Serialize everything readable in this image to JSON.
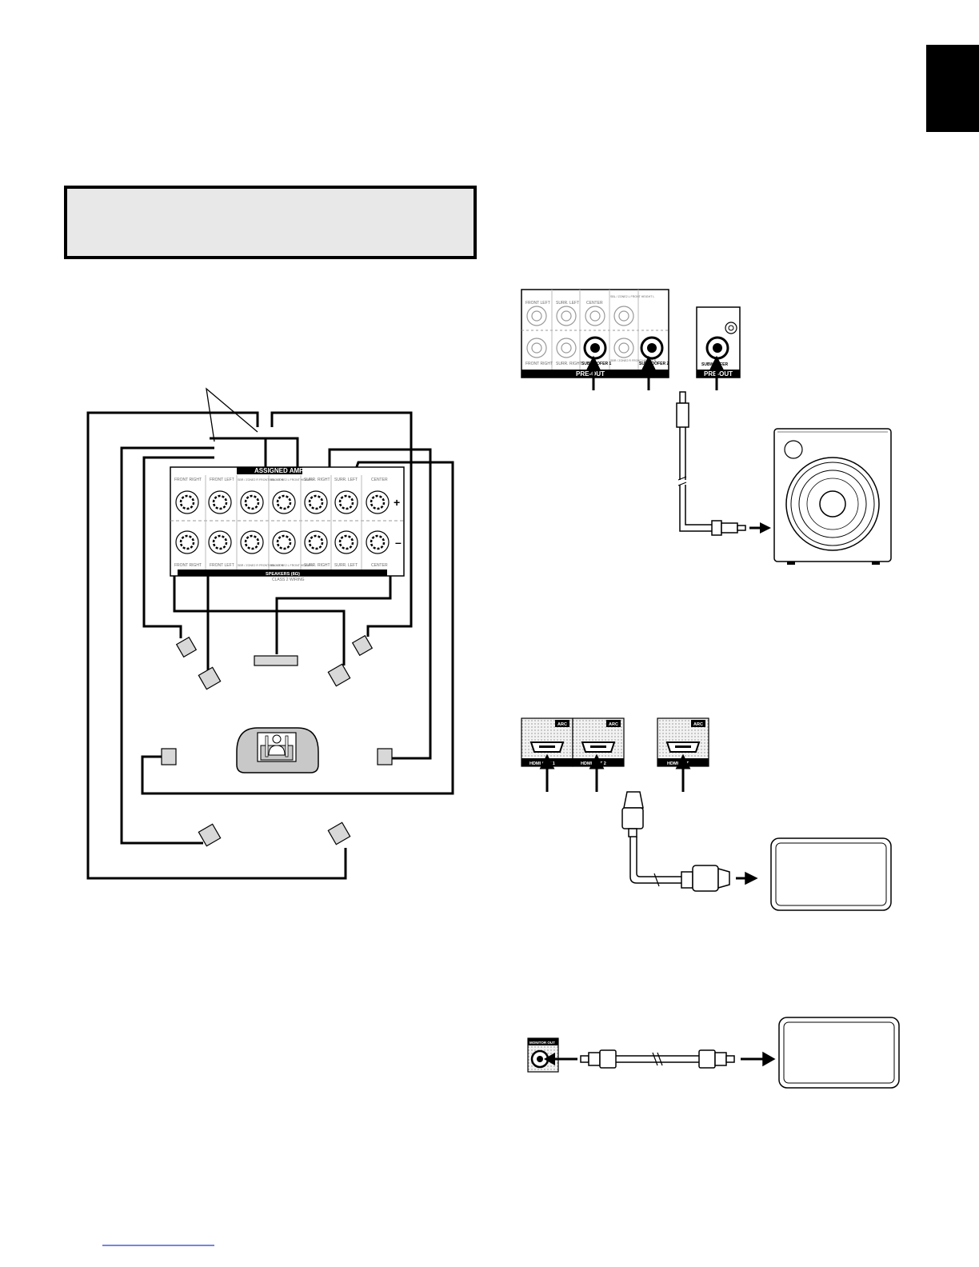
{
  "speaker_panel": {
    "amp_banner": "ASSIGNED AMP",
    "terminal_top_labels": [
      "FRONT RIGHT",
      "FRONT LEFT",
      "SBR / ZONE2 R FRONT HEIGHT R",
      "SBL / ZONE2 L FRONT HEIGHT L",
      "SURR. RIGHT",
      "SURR. LEFT",
      "CENTER"
    ],
    "terminal_bottom_labels": [
      "FRONT RIGHT",
      "FRONT LEFT",
      "SBR / ZONE2 R FRONT HEIGHT R",
      "SBL / ZONE2 L FRONT HEIGHT L",
      "SURR. RIGHT",
      "SURR. LEFT",
      "CENTER"
    ],
    "footer": "SPEAKERS (8Ω)",
    "footer_sub": "CLASS 2 WIRING",
    "plus_sign": "+",
    "minus_sign": "–"
  },
  "preout_panel": {
    "top_labels": [
      "FRONT LEFT",
      "SURR. LEFT",
      "CENTER",
      "SBL / ZONE2 L FRONT HEIGHT L"
    ],
    "bottom_labels": [
      "FRONT RIGHT",
      "SURR. RIGHT",
      "SUBWOOFER 1",
      "SBR / ZONE2 R FRONT HEIGHT R",
      "SUBWOOFER 2"
    ],
    "footer": "PRE-OUT"
  },
  "preout_small": {
    "jack_label": "SUBWOOFER",
    "footer": "PRE-OUT"
  },
  "hdmi_panel": {
    "labels": [
      "HDMI OUT 1",
      "HDMI OUT 2",
      "HDMI OUT"
    ],
    "badge": "ARC"
  },
  "video_panel": {
    "label": "MONITOR OUT"
  }
}
